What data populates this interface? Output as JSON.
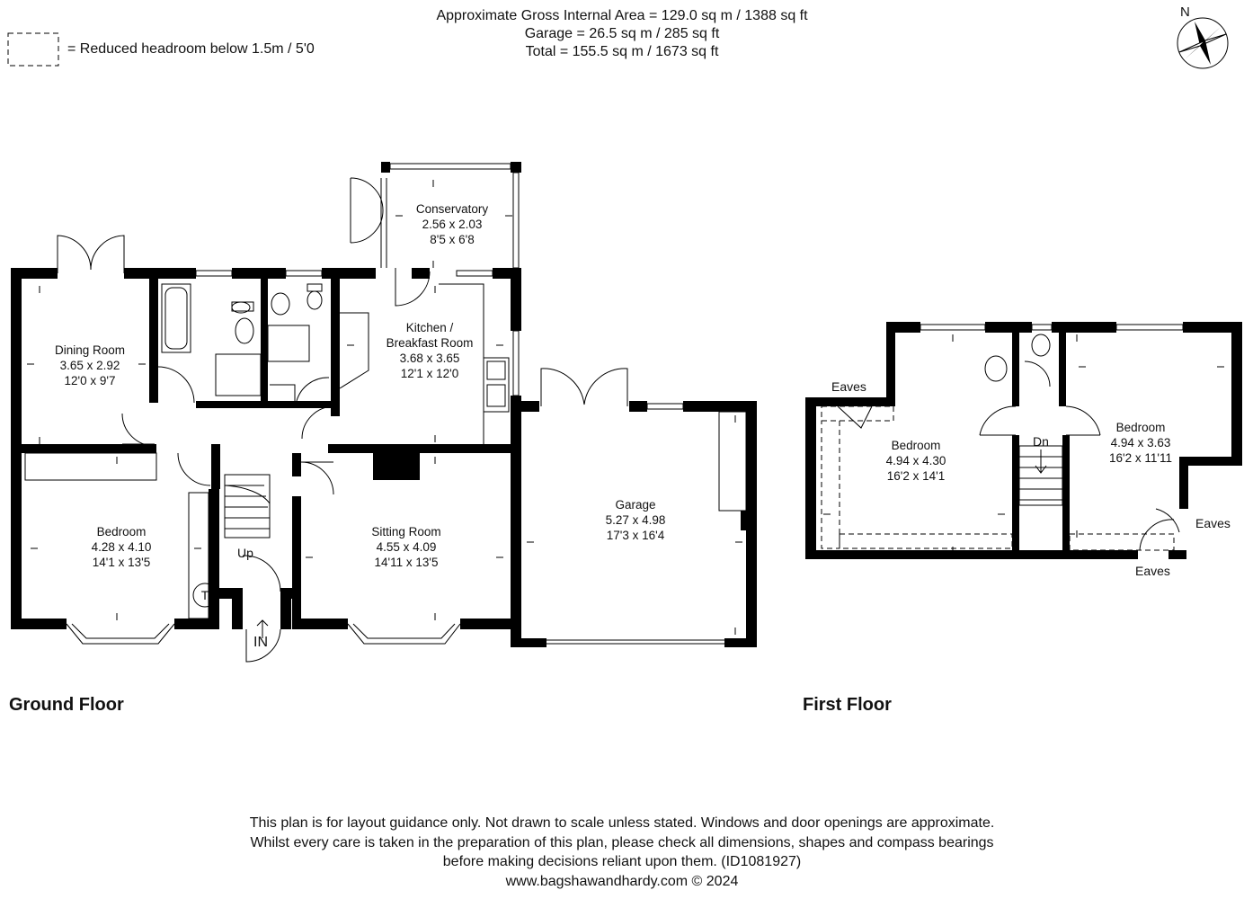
{
  "header": {
    "line1": "Approximate Gross Internal Area = 129.0 sq m / 1388 sq ft",
    "line2": "Garage = 26.5 sq m / 285 sq ft",
    "line3": "Total = 155.5 sq m / 1673 sq ft"
  },
  "legend": {
    "label": "= Reduced headroom below 1.5m / 5'0"
  },
  "compass": {
    "north_label": "N"
  },
  "ground_floor": {
    "label": "Ground Floor",
    "rooms": [
      {
        "name": "Conservatory",
        "metric": "2.56 x 2.03",
        "imperial": "8'5 x 6'8"
      },
      {
        "name": "Dining Room",
        "metric": "3.65 x 2.92",
        "imperial": "12'0 x 9'7"
      },
      {
        "name": "Kitchen /",
        "name2": "Breakfast Room",
        "metric": "3.68 x 3.65",
        "imperial": "12'1 x 12'0"
      },
      {
        "name": "Bedroom",
        "metric": "4.28 x 4.10",
        "imperial": "14'1 x 13'5"
      },
      {
        "name": "Sitting Room",
        "metric": "4.55 x 4.09",
        "imperial": "14'11 x 13'5"
      },
      {
        "name": "Garage",
        "metric": "5.27 x 4.98",
        "imperial": "17'3 x 16'4"
      }
    ],
    "up_label": "Up",
    "in_label": "IN",
    "tank_label": "T"
  },
  "first_floor": {
    "label": "First Floor",
    "rooms": [
      {
        "name": "Bedroom",
        "metric": "4.94 x 4.30",
        "imperial": "16'2 x 14'1"
      },
      {
        "name": "Bedroom",
        "metric": "4.94 x 3.63",
        "imperial": "16'2 x 11'11"
      }
    ],
    "dn_label": "Dn",
    "eaves_labels": [
      "Eaves",
      "Eaves",
      "Eaves"
    ]
  },
  "footer": {
    "line1": "This plan is for layout guidance only. Not drawn to scale unless stated. Windows and door openings are approximate.",
    "line2": "Whilst every care is taken in the preparation of this plan, please check all dimensions, shapes and compass bearings",
    "line3": "before making decisions reliant upon them. (ID1081927)",
    "line4": "www.bagshawandhardy.com © 2024"
  }
}
